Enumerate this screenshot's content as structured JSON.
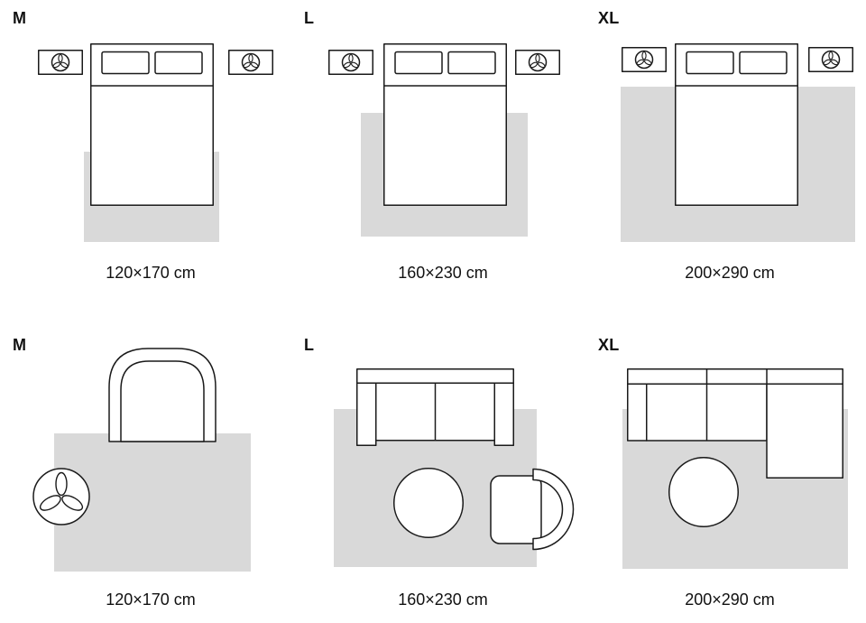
{
  "colors": {
    "bg": "#ffffff",
    "line": "#1a1a1a",
    "rug": "#d9d9d9",
    "text": "#111111"
  },
  "panels": [
    {
      "scene": "bedroom",
      "label": "M",
      "size": "120×170 cm"
    },
    {
      "scene": "bedroom",
      "label": "L",
      "size": "160×230 cm"
    },
    {
      "scene": "bedroom",
      "label": "XL",
      "size": "200×290 cm"
    },
    {
      "scene": "living-room",
      "label": "M",
      "size": "120×170 cm"
    },
    {
      "scene": "living-room",
      "label": "L",
      "size": "160×230 cm"
    },
    {
      "scene": "living-room",
      "label": "XL",
      "size": "200×290 cm"
    }
  ],
  "objects": {
    "bedroom": [
      "nightstand-with-plant",
      "nightstand-with-plant",
      "double-bed",
      "rug"
    ],
    "living_room_m": [
      "armchair",
      "potted-plant",
      "rug"
    ],
    "living_room_l": [
      "sofa",
      "round-coffee-table",
      "side-armchair",
      "rug"
    ],
    "living_room_xl": [
      "corner-sofa",
      "round-coffee-table",
      "rug"
    ]
  }
}
